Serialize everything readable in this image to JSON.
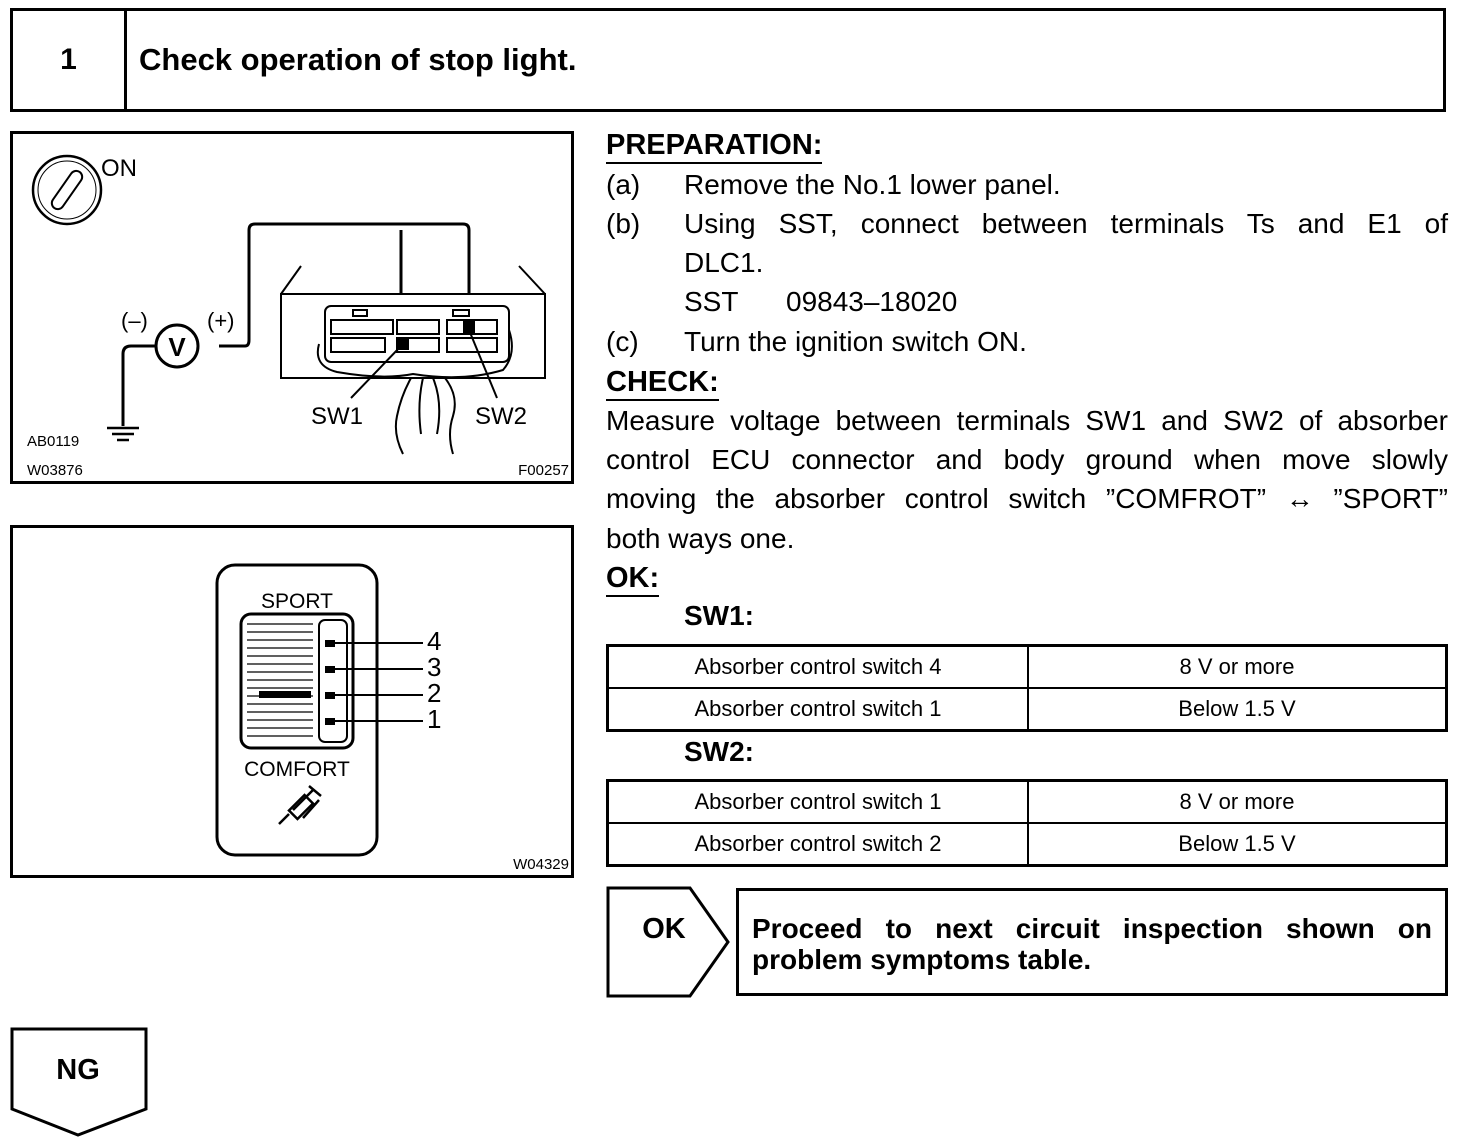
{
  "step": {
    "number": "1",
    "title": "Check operation of stop light."
  },
  "figure1": {
    "ignition_label": "ON",
    "voltmeter_label": "V",
    "minus_label": "(–)",
    "plus_label": "(+)",
    "sw1_label": "SW1",
    "sw2_label": "SW2",
    "code_ab": "AB0119",
    "code_w": "W03876",
    "code_f": "F00257"
  },
  "figure2": {
    "top_label": "SPORT",
    "bottom_label": "COMFORT",
    "positions": [
      "4",
      "3",
      "2",
      "1"
    ],
    "code": "W04329"
  },
  "preparation": {
    "heading": "PREPARATION:",
    "steps": [
      {
        "label": "(a)",
        "text": "Remove the No.1 lower panel."
      },
      {
        "label": "(b)",
        "text": "Using SST, connect between terminals Ts and E1 of",
        "text2": "DLC1."
      },
      {
        "label": "(c)",
        "text": "Turn the ignition switch ON."
      }
    ],
    "sst_label": "SST",
    "sst_number": "09843–18020"
  },
  "check": {
    "heading": "CHECK:",
    "lines": [
      "Measure voltage between terminals SW1 and SW2 of absorber",
      "control ECU connector and body ground when move slowly",
      "moving the absorber control switch ”COMFROT” ↔ ”SPORT”",
      "both ways one."
    ]
  },
  "ok": {
    "heading": "OK:",
    "sw1": {
      "label": "SW1:",
      "rows": [
        {
          "condition": "Absorber control switch 4",
          "value": "8 V or more"
        },
        {
          "condition": "Absorber control switch 1",
          "value": "Below 1.5 V"
        }
      ]
    },
    "sw2": {
      "label": "SW2:",
      "rows": [
        {
          "condition": "Absorber control switch 1",
          "value": "8 V or more"
        },
        {
          "condition": "Absorber control switch 2",
          "value": "Below 1.5 V"
        }
      ]
    }
  },
  "result_ok": {
    "tag": "OK",
    "message": "Proceed to next circuit inspection shown on problem symptoms table."
  },
  "result_ng": {
    "tag": "NG"
  }
}
